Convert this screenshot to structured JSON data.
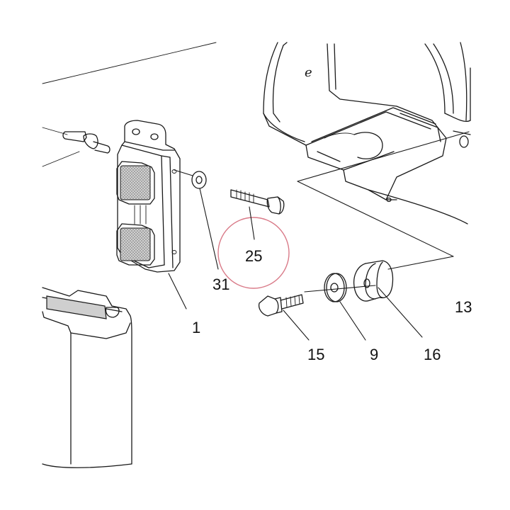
{
  "callouts": {
    "c1": "1",
    "c9": "9",
    "c13": "13",
    "c15": "15",
    "c16": "16",
    "c25": "25",
    "c31": "31"
  },
  "highlight": {
    "callout": "25",
    "color": "#d97a88"
  },
  "colors": {
    "line": "#1a1a1a",
    "hatch": "#cfcfcf",
    "background": "#ffffff"
  },
  "icons": {
    "frame_mark": "e"
  }
}
